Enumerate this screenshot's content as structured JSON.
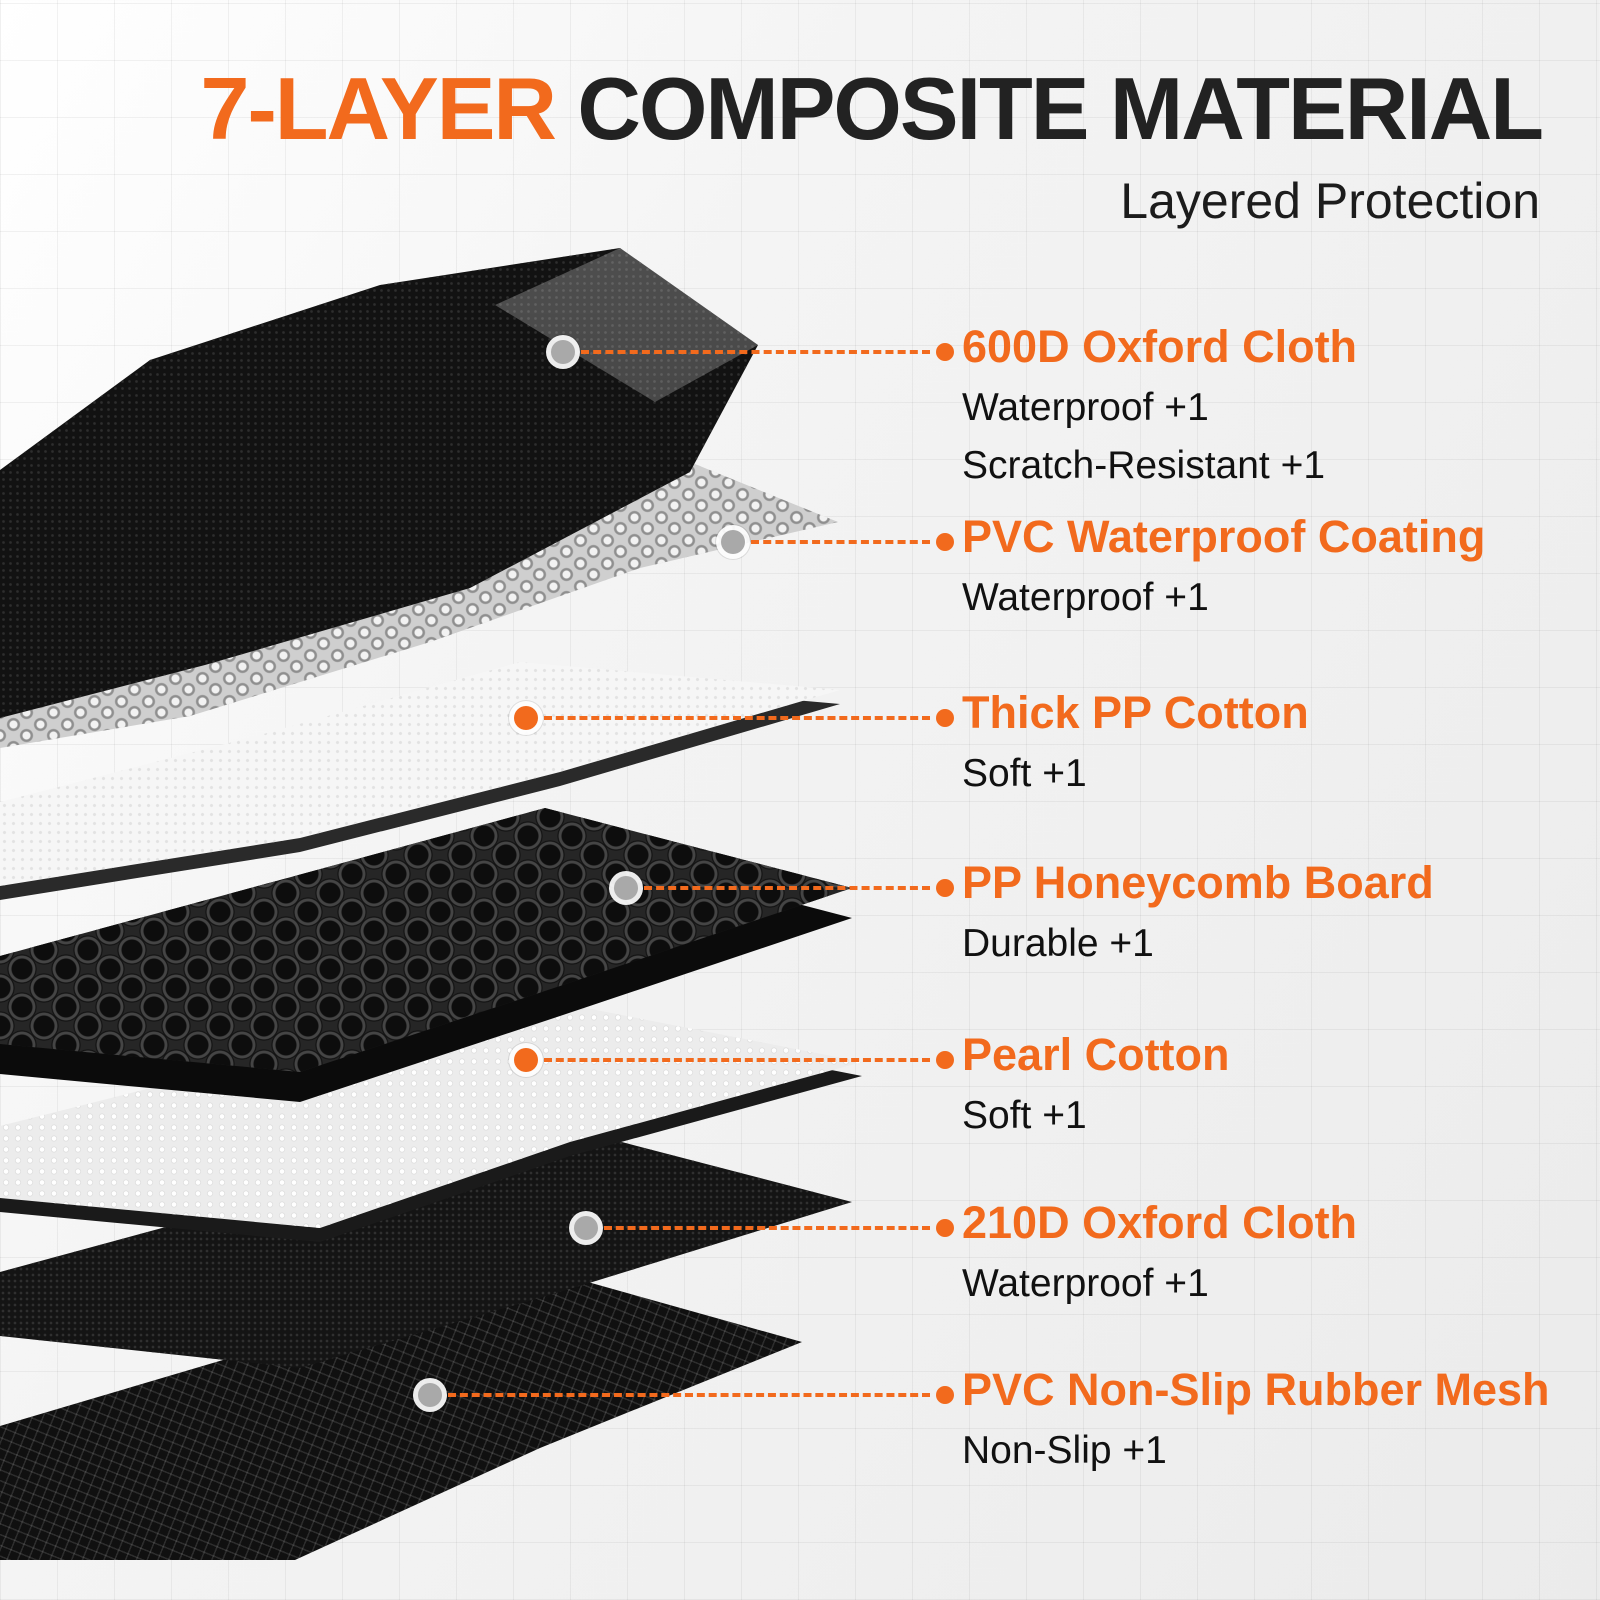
{
  "header": {
    "title_accent": "7-LAYER",
    "title_rest": "COMPOSITE MATERIAL",
    "subtitle": "Layered Protection"
  },
  "colors": {
    "accent": "#F26A1D",
    "text_dark": "#1c1c1c"
  },
  "layers": [
    {
      "name": "600D Oxford Cloth",
      "features": [
        "Waterproof +1",
        "Scratch-Resistant +1"
      ]
    },
    {
      "name": "PVC Waterproof Coating",
      "features": [
        "Waterproof +1"
      ]
    },
    {
      "name": "Thick PP Cotton",
      "features": [
        "Soft +1"
      ]
    },
    {
      "name": "PP Honeycomb Board",
      "features": [
        "Durable +1"
      ]
    },
    {
      "name": "Pearl Cotton",
      "features": [
        "Soft +1"
      ]
    },
    {
      "name": "210D Oxford Cloth",
      "features": [
        "Waterproof +1"
      ]
    },
    {
      "name": "PVC Non-Slip Rubber Mesh",
      "features": [
        "Non-Slip +1"
      ]
    }
  ]
}
